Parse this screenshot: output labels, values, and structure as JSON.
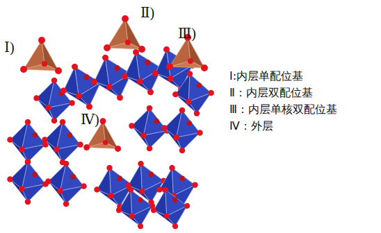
{
  "diagram": {
    "labels": [
      "Ⅰ)",
      "Ⅱ)",
      "Ⅲ)",
      "Ⅳ)",
      "Ⅰ:内层单配位基",
      "Ⅱ：内层双配位基",
      "Ⅲ：内层单核双配位基",
      "Ⅳ：外层"
    ]
  }
}
